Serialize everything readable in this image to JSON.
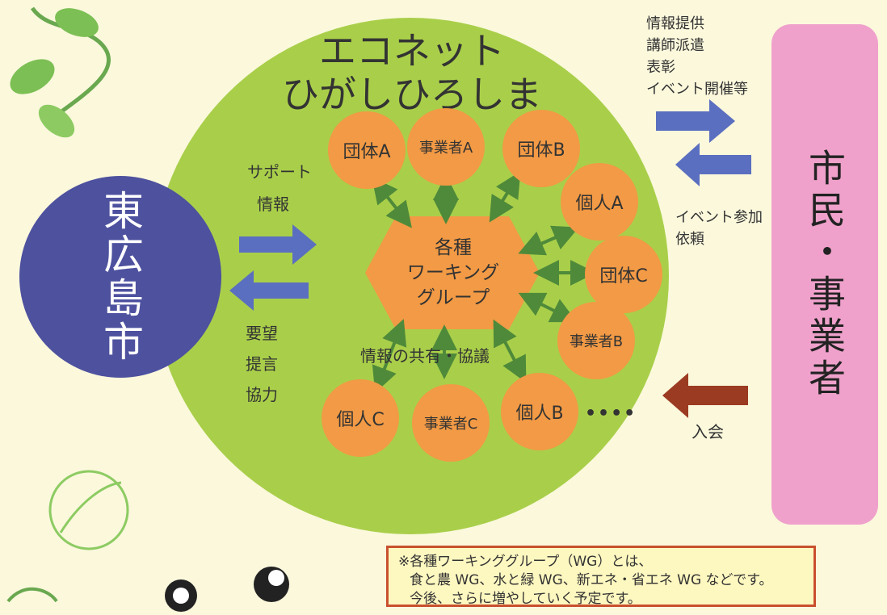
{
  "title": {
    "line1": "エコネット",
    "line2": "ひがしひろしま"
  },
  "left_entity": "東広島市",
  "right_entity": "市民・事業者",
  "hub": {
    "line1": "各種",
    "line2": "ワーキング",
    "line3": "グループ"
  },
  "members": {
    "dantai_a": "団体A",
    "jigyosha_a": "事業者A",
    "dantai_b": "団体B",
    "kojin_a": "個人A",
    "dantai_c": "団体C",
    "jigyosha_b": "事業者B",
    "kojin_b": "個人B",
    "jigyosha_c": "事業者C",
    "kojin_c": "個人C",
    "ellipsis": "••••"
  },
  "labels": {
    "support": "サポート",
    "info": "情報",
    "request": "要望",
    "proposal": "提言",
    "cooperation": "協力",
    "sharing": "情報の共有・協議",
    "right_out": [
      "情報提供",
      "講師派遣",
      "表彰",
      "イベント開催等"
    ],
    "right_in": [
      "イベント参加",
      "依頼"
    ],
    "join": "入会"
  },
  "note": {
    "line1": "※各種ワーキンググループ（WG）とは、",
    "line2": "食と農 WG、水と緑 WG、新エネ・省エネ WG などです。",
    "line3": "今後、さらに増やしていく予定です。"
  },
  "colors": {
    "ring": "#a9cf4a",
    "city": "#4d519e",
    "citizen": "#efa1cb",
    "node": "#f29a45",
    "blue_arrow": "#5b6fc0",
    "brown_arrow": "#9b3b22",
    "connector": "#4f8a3a"
  }
}
